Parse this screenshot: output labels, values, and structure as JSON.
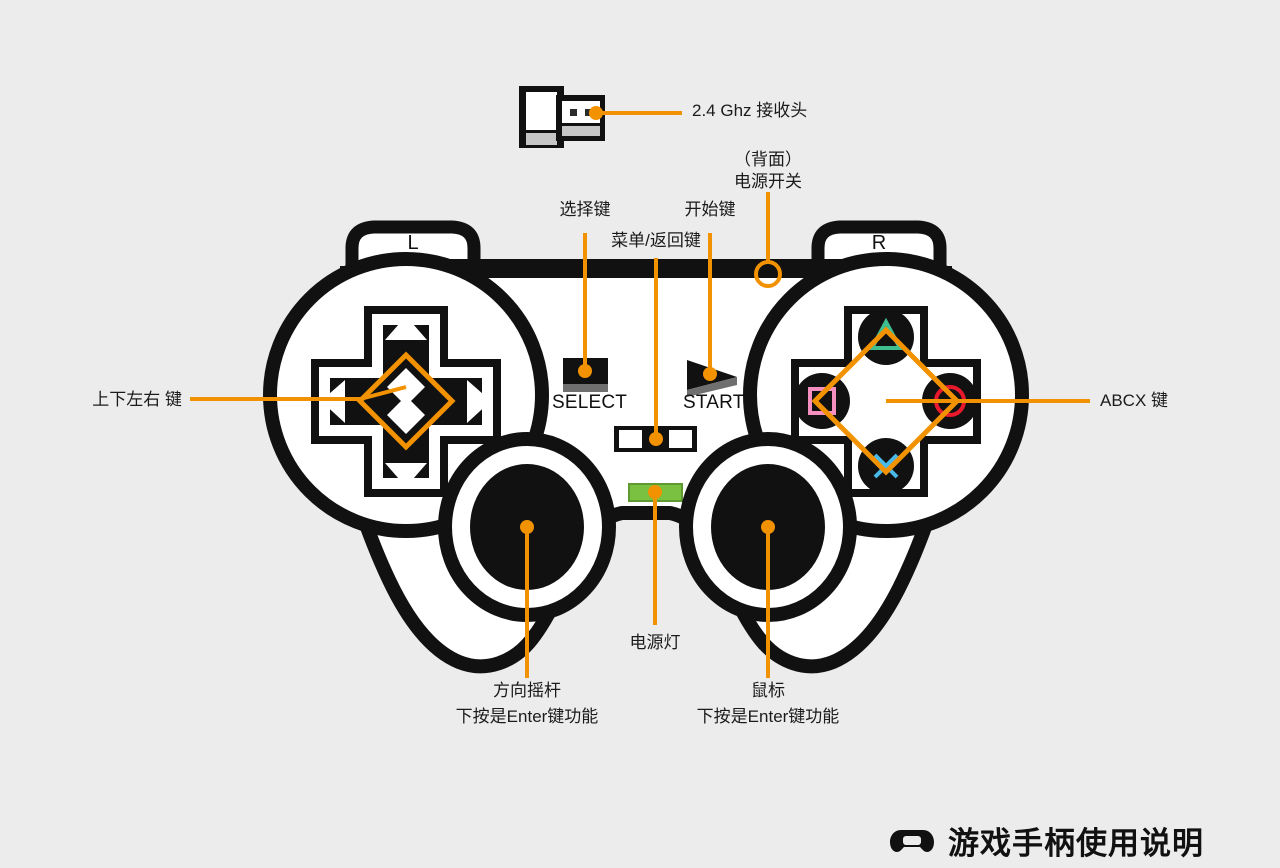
{
  "page": {
    "background_color": "#ececec",
    "accent_color": "#f39200",
    "ink_color": "#111111",
    "title": "游戏手柄使用说明",
    "title_icon": "gamepad-icon"
  },
  "callouts": {
    "receiver": {
      "label": "2.4 Ghz 接收头",
      "align": "left"
    },
    "power_switch": {
      "line1": "（背面）",
      "line2": "电源开关",
      "align": "center"
    },
    "select": {
      "label": "选择键",
      "align": "center"
    },
    "menu_back": {
      "label": "菜单/返回键",
      "align": "center"
    },
    "start": {
      "label": "开始键",
      "align": "center"
    },
    "dpad": {
      "label": "上下左右 键",
      "align": "right"
    },
    "abcx": {
      "label": "ABCX 键",
      "align": "left"
    },
    "power_led": {
      "label": "电源灯",
      "align": "center"
    },
    "left_stick": {
      "line1": "方向摇杆",
      "line2": "下按是Enter键功能",
      "align": "center"
    },
    "right_stick": {
      "line1": "鼠标",
      "line2": "下按是Enter键功能",
      "align": "center"
    }
  },
  "controller": {
    "shoulder_left_label": "L",
    "shoulder_right_label": "R",
    "select_button_label": "SELECT",
    "start_button_label": "START",
    "face_buttons": [
      {
        "name": "triangle-button",
        "symbol": "triangle",
        "color": "#3fbf8f",
        "position": "top"
      },
      {
        "name": "circle-button",
        "symbol": "circle",
        "color": "#e8192c",
        "position": "right"
      },
      {
        "name": "cross-button",
        "symbol": "cross",
        "color": "#49b9e8",
        "position": "bottom"
      },
      {
        "name": "square-button",
        "symbol": "square",
        "color": "#f48fc0",
        "position": "left"
      }
    ],
    "power_led_color": "#7ac142",
    "body_fill": "#ffffff",
    "body_stroke": "#111111"
  },
  "receiver_device": {
    "name": "usb-receiver",
    "cap_fill": "#ffffff",
    "body_fill": "#ffffff",
    "accent_fill": "#c6c6c6"
  }
}
